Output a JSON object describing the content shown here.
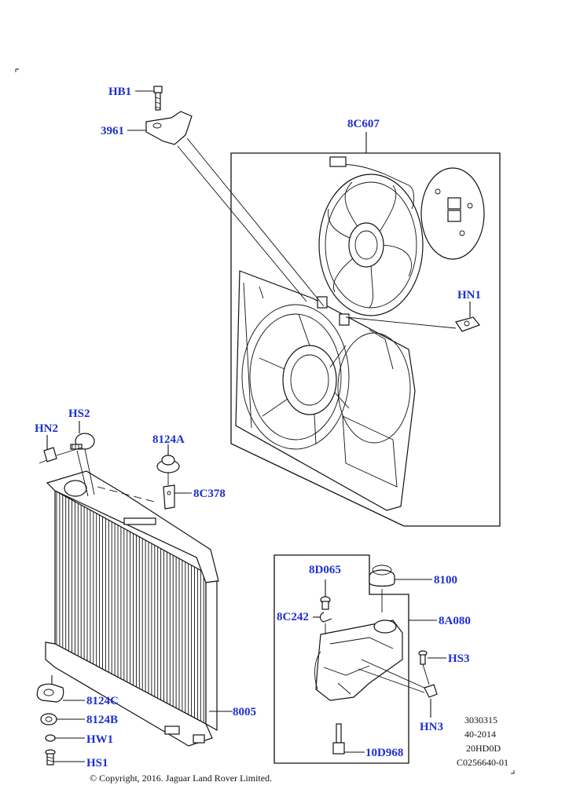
{
  "callouts": {
    "hb1": "HB1",
    "c3961": "3961",
    "c8c607": "8C607",
    "hn1": "HN1",
    "hs2": "HS2",
    "hn2": "HN2",
    "c8124a": "8124A",
    "c8c378": "8C378",
    "c8005": "8005",
    "c8124c": "8124C",
    "c8124b": "8124B",
    "hw1": "HW1",
    "hs1": "HS1",
    "c8d065": "8D065",
    "c8c242": "8C242",
    "c8100": "8100",
    "c8a080": "8A080",
    "hs3": "HS3",
    "hn3": "HN3",
    "c10d968": "10D968"
  },
  "reference": {
    "line1": "3030315",
    "line2": "40-2014",
    "line3": "20HD0D",
    "line4": "C0256640-01"
  },
  "copyright": "© Copyright, 2016. Jaguar Land Rover Limited.",
  "colors": {
    "callout_text": "#1b2fd0",
    "line_art": "#111111",
    "background": "#ffffff"
  }
}
